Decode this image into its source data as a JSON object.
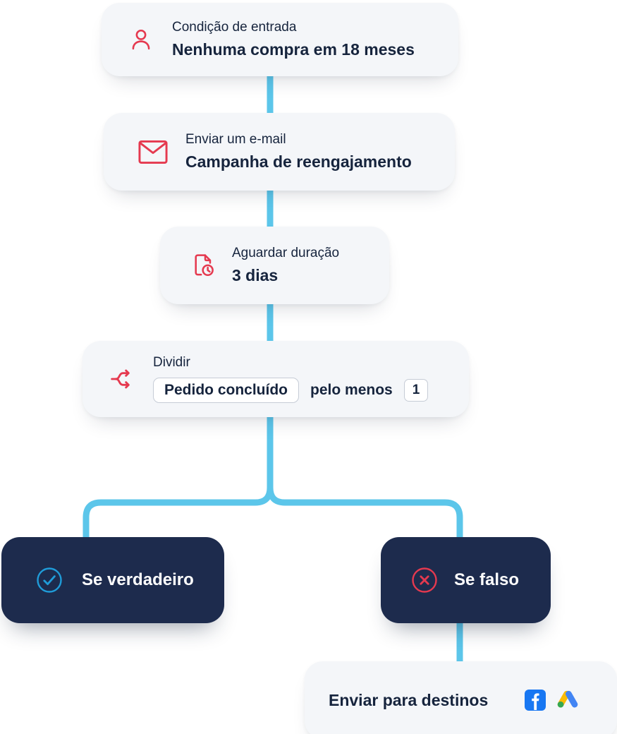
{
  "nodes": {
    "entry": {
      "title": "Condição de entrada",
      "value": "Nenhuma compra em 18 meses",
      "icon": "person-icon"
    },
    "email": {
      "title": "Enviar um e-mail",
      "value": "Campanha de reengajamento",
      "icon": "envelope-icon"
    },
    "wait": {
      "title": "Aguardar duração",
      "value": "3 dias",
      "icon": "document-clock-icon"
    },
    "split": {
      "title": "Dividir",
      "condition": "Pedido concluído",
      "operator": "pelo menos",
      "count": "1",
      "icon": "split-arrows-icon"
    },
    "branch_true": {
      "label": "Se verdadeiro",
      "icon": "check-circle-icon"
    },
    "branch_false": {
      "label": "Se falso",
      "icon": "x-circle-icon"
    },
    "destinations": {
      "label": "Enviar para destinos",
      "icons": [
        "facebook-icon",
        "google-ads-icon"
      ]
    }
  },
  "colors": {
    "card_background": "#f4f6f9",
    "text_dark": "#16243d",
    "accent_red": "#e5394f",
    "connector_blue": "#5cc6ea",
    "dark_card": "#1d2b4d",
    "check_blue": "#1f9cd9",
    "facebook_blue": "#1877f2",
    "google_yellow": "#fbbc04",
    "google_blue": "#4285f4",
    "google_green": "#34a853"
  }
}
